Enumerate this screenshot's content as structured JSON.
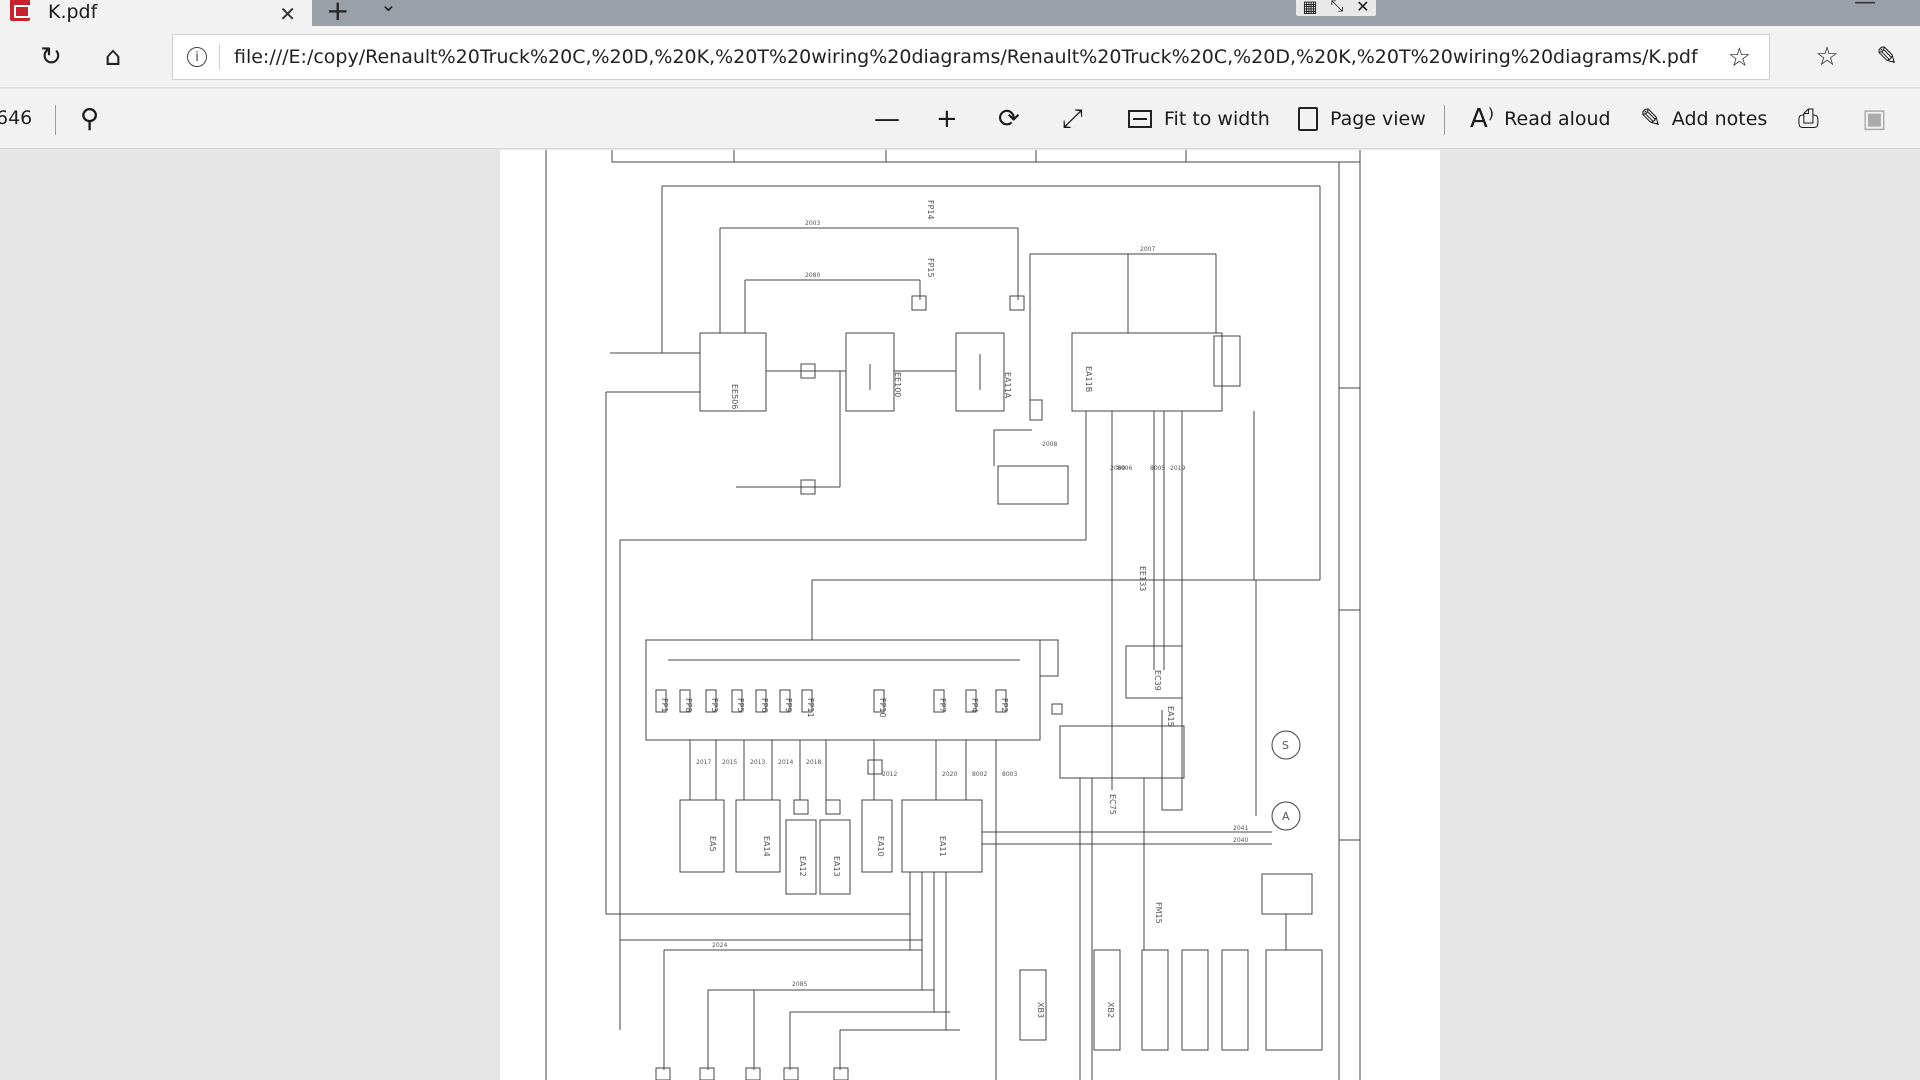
{
  "browser": {
    "tab": {
      "title": "K.pdf",
      "close": "✕"
    },
    "new_tab": "+",
    "tab_list": "⌄",
    "address": {
      "url": "file:///E:/copy/Renault%20Truck%20C,%20D,%20K,%20T%20wiring%20diagrams/Renault%20Truck%20C,%20D,%20K,%20T%20wiring%20diagrams/K.pdf"
    }
  },
  "pdf_toolbar": {
    "page_count": "646",
    "fit_to_width": "Fit to width",
    "page_view": "Page view",
    "read_aloud": "Read aloud",
    "add_notes": "Add notes"
  },
  "diagram": {
    "components": [
      "EE506",
      "EE100",
      "EA11A",
      "EA11B",
      "EE133",
      "EC39",
      "FM15",
      "EC75",
      "EA15",
      "EA5",
      "EA14",
      "EA12",
      "EA13",
      "EA10",
      "EA11",
      "XB3",
      "XB2"
    ],
    "fuses": [
      "FP1",
      "FP8",
      "FP3",
      "FP5",
      "FP6",
      "FP9",
      "FP11",
      "FP10",
      "FP7",
      "FP4",
      "FP2",
      "FP14",
      "FP15"
    ],
    "wires": [
      "2003",
      "2080",
      "2007",
      "2008",
      "2009",
      "8006",
      "8005",
      "2019",
      "2017",
      "2015",
      "2013",
      "2014",
      "2018",
      "2012",
      "2020",
      "8002",
      "8003",
      "2041",
      "2040",
      "2024",
      "2085"
    ],
    "motor_labels": [
      "S",
      "A"
    ]
  }
}
